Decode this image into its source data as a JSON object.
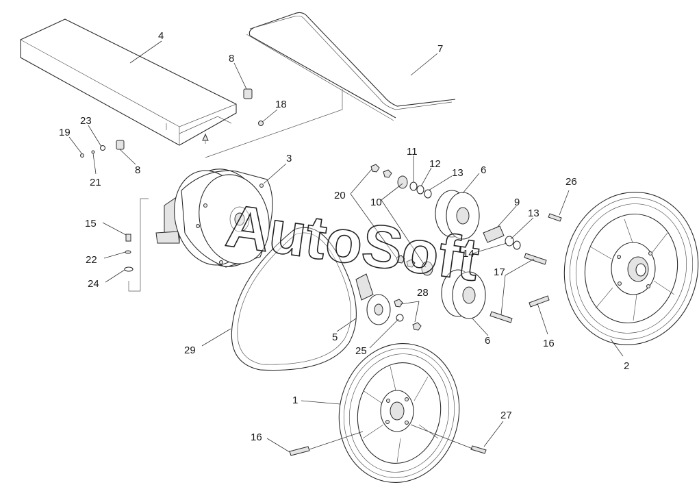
{
  "watermark": "AutoSoft",
  "labels": {
    "p1": "1",
    "p2": "2",
    "p3": "3",
    "p4": "4",
    "p5": "5",
    "p6a": "6",
    "p6b": "6",
    "p7": "7",
    "p8a": "8",
    "p8b": "8",
    "p9": "9",
    "p10": "10",
    "p11": "11",
    "p12": "12",
    "p13a": "13",
    "p13b": "13",
    "p14": "14",
    "p15": "15",
    "p16a": "16",
    "p16b": "16",
    "p17": "17",
    "p18": "18",
    "p19": "19",
    "p20": "20",
    "p21": "21",
    "p22": "22",
    "p23": "23",
    "p24": "24",
    "p25": "25",
    "p26": "26",
    "p27": "27",
    "p28": "28",
    "p29": "29"
  }
}
